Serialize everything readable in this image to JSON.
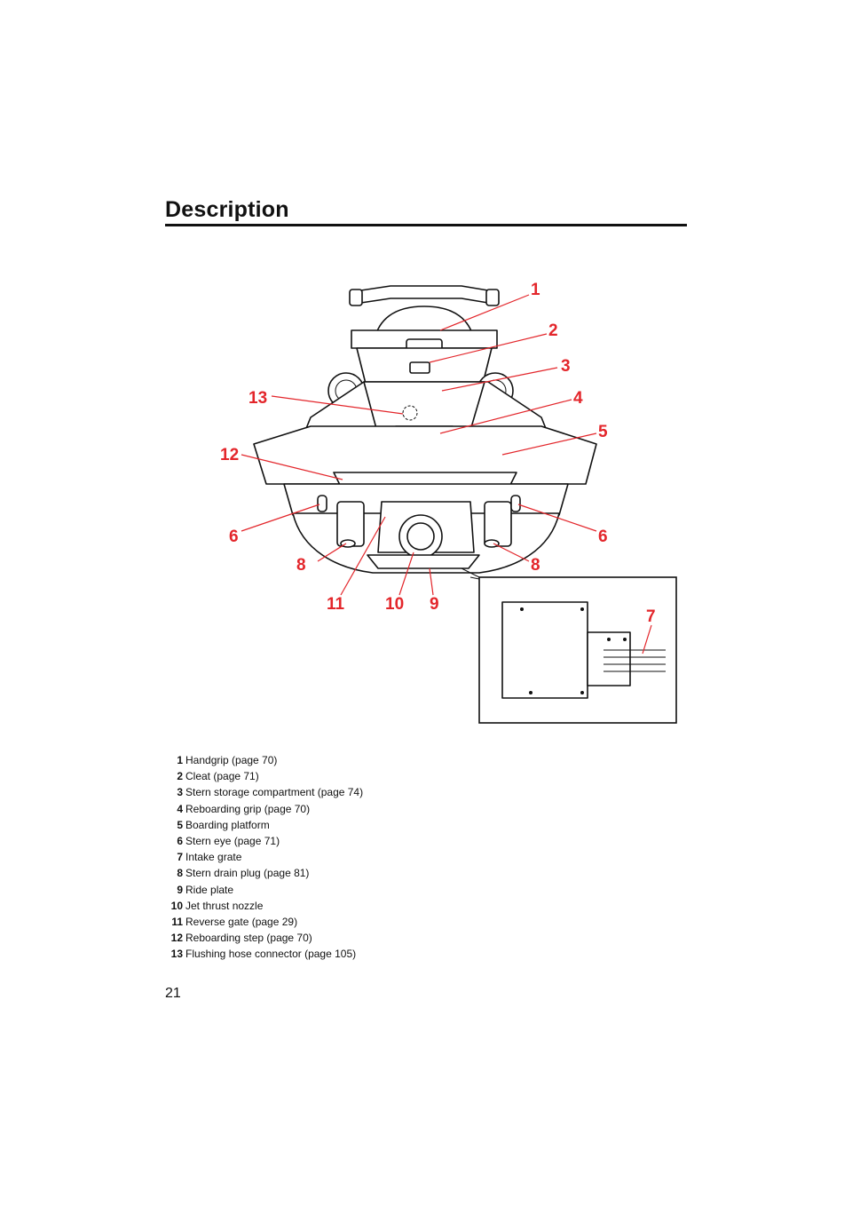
{
  "header": {
    "title": "Description"
  },
  "callouts": [
    "1",
    "2",
    "3",
    "4",
    "5",
    "6",
    "6",
    "7",
    "8",
    "8",
    "9",
    "10",
    "11",
    "12",
    "13"
  ],
  "legend": [
    {
      "num": "1",
      "text": "Handgrip (page 70)"
    },
    {
      "num": "2",
      "text": "Cleat (page 71)"
    },
    {
      "num": "3",
      "text": "Stern storage compartment (page 74)"
    },
    {
      "num": "4",
      "text": "Reboarding grip (page 70)"
    },
    {
      "num": "5",
      "text": "Boarding platform"
    },
    {
      "num": "6",
      "text": "Stern eye (page 71)"
    },
    {
      "num": "7",
      "text": "Intake grate"
    },
    {
      "num": "8",
      "text": "Stern drain plug (page 81)"
    },
    {
      "num": "9",
      "text": "Ride plate"
    },
    {
      "num": "10",
      "text": "Jet thrust nozzle"
    },
    {
      "num": "11",
      "text": "Reverse gate (page 29)"
    },
    {
      "num": "12",
      "text": "Reboarding step (page 70)"
    },
    {
      "num": "13",
      "text": "Flushing hose connector (page 105)"
    }
  ],
  "footer": {
    "page_number": "21"
  },
  "colors": {
    "callout": "#e3262b",
    "ink": "#111111"
  }
}
